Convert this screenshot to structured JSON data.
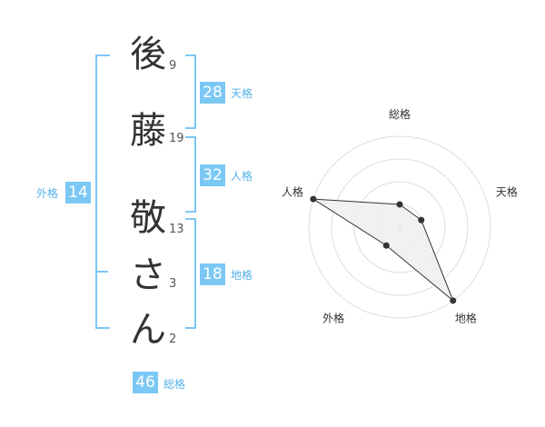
{
  "name_chars": [
    {
      "char": "後",
      "strokes": "9"
    },
    {
      "char": "藤",
      "strokes": "19"
    },
    {
      "char": "敬",
      "strokes": "13"
    },
    {
      "char": "さ",
      "strokes": "3"
    },
    {
      "char": "ん",
      "strokes": "2"
    }
  ],
  "kaku": {
    "tenkaku": {
      "value": "28",
      "label": "天格"
    },
    "jinkaku": {
      "value": "32",
      "label": "人格"
    },
    "chikaku": {
      "value": "18",
      "label": "地格"
    },
    "gaikaku": {
      "value": "14",
      "label": "外格"
    },
    "soukaku": {
      "value": "46",
      "label": "総格"
    }
  },
  "colors": {
    "accent": "#7cc8f5",
    "label": "#55b2e8",
    "polygon_fill": "#eeeeee",
    "point": "#333333"
  },
  "chart_data": {
    "type": "radar",
    "axes": [
      "総格",
      "天格",
      "地格",
      "外格",
      "人格"
    ],
    "values": [
      1,
      1,
      4,
      1,
      4
    ],
    "range": [
      0,
      4
    ],
    "rings": 4
  }
}
